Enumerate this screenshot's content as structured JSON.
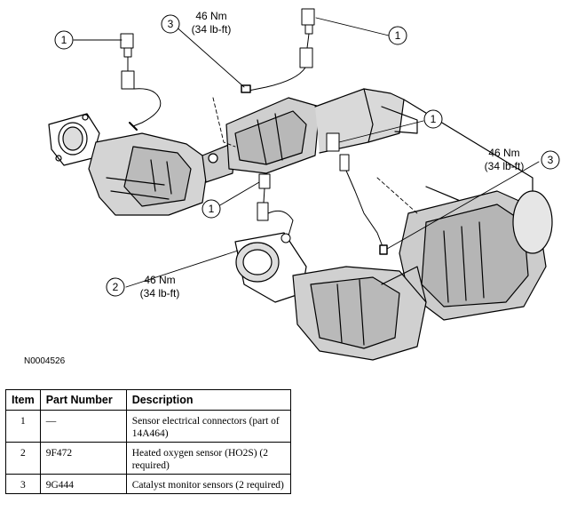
{
  "figure_id": "N0004526",
  "callouts": {
    "c1a": {
      "num": "1"
    },
    "c1b": {
      "num": "1"
    },
    "c1c": {
      "num": "1"
    },
    "c1d": {
      "num": "1"
    },
    "c2": {
      "num": "2",
      "torque_nm": "46 Nm",
      "torque_lbft": "(34 lb-ft)"
    },
    "c3a": {
      "num": "3",
      "torque_nm": "46 Nm",
      "torque_lbft": "(34 lb-ft)"
    },
    "c3b": {
      "num": "3",
      "torque_nm": "46 Nm",
      "torque_lbft": "(34 lb-ft)"
    }
  },
  "table": {
    "headers": {
      "item": "Item",
      "part_number": "Part Number",
      "description": "Description"
    },
    "rows": [
      {
        "item": "1",
        "part_number": "—",
        "description": "Sensor electrical connectors (part of 14A464)"
      },
      {
        "item": "2",
        "part_number": "9F472",
        "description": "Heated oxygen sensor (HO2S) (2 required)"
      },
      {
        "item": "3",
        "part_number": "9G444",
        "description": "Catalyst monitor sensors (2 required)"
      }
    ]
  }
}
